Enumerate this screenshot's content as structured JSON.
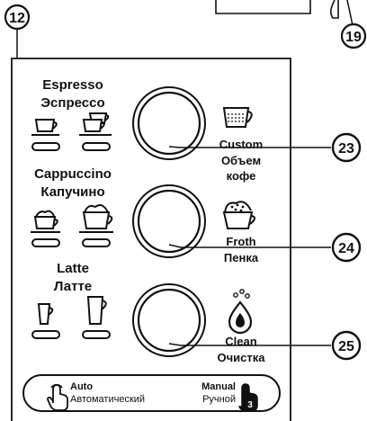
{
  "callouts": {
    "panel": "12",
    "top_right": "19",
    "dial_1": "23",
    "dial_2": "24",
    "dial_3": "25"
  },
  "sections": {
    "espresso": {
      "label_en": "Espresso",
      "label_ru": "Эспрессо"
    },
    "cappuccino": {
      "label_en": "Cappuccino",
      "label_ru": "Капучино"
    },
    "latte": {
      "label_en": "Latte",
      "label_ru": "Латте"
    }
  },
  "dials": {
    "custom": {
      "label_en": "Custom",
      "label_ru_1": "Объем",
      "label_ru_2": "кофе",
      "icon": "measuring-cup-icon"
    },
    "froth": {
      "label_en": "Froth",
      "label_ru": "Пенка",
      "icon": "foam-cup-icon"
    },
    "clean": {
      "label_en": "Clean",
      "label_ru": "Очистка",
      "icon": "water-drop-icon"
    }
  },
  "mode_switch": {
    "auto_en": "Auto",
    "auto_ru": "Автоматический",
    "manual_en": "Manual",
    "manual_ru": "Ручной",
    "manual_badge": "3"
  },
  "colors": {
    "line": "#111111",
    "background": "#ffffff"
  }
}
